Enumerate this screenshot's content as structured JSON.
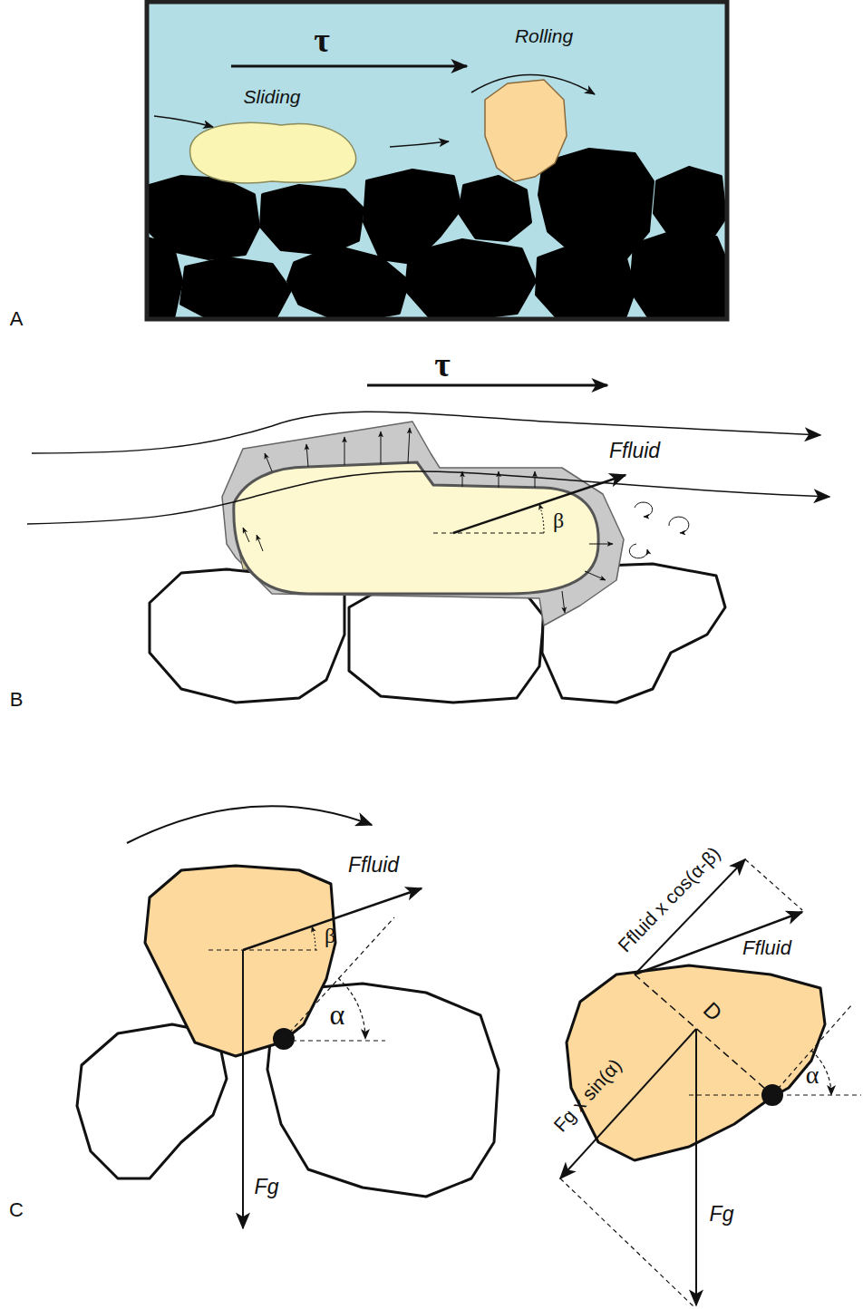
{
  "diagram": {
    "labels": [
      "A",
      "τ",
      "Sliding",
      "Rolling",
      "B",
      "τ",
      "Ffluid",
      "β",
      "C",
      "Ffluid",
      "β",
      "α",
      "Fg",
      "Ffluid x cos(α-β)",
      "Ffluid",
      "D",
      "Fg x sin(α)",
      "α",
      "Fg"
    ]
  }
}
